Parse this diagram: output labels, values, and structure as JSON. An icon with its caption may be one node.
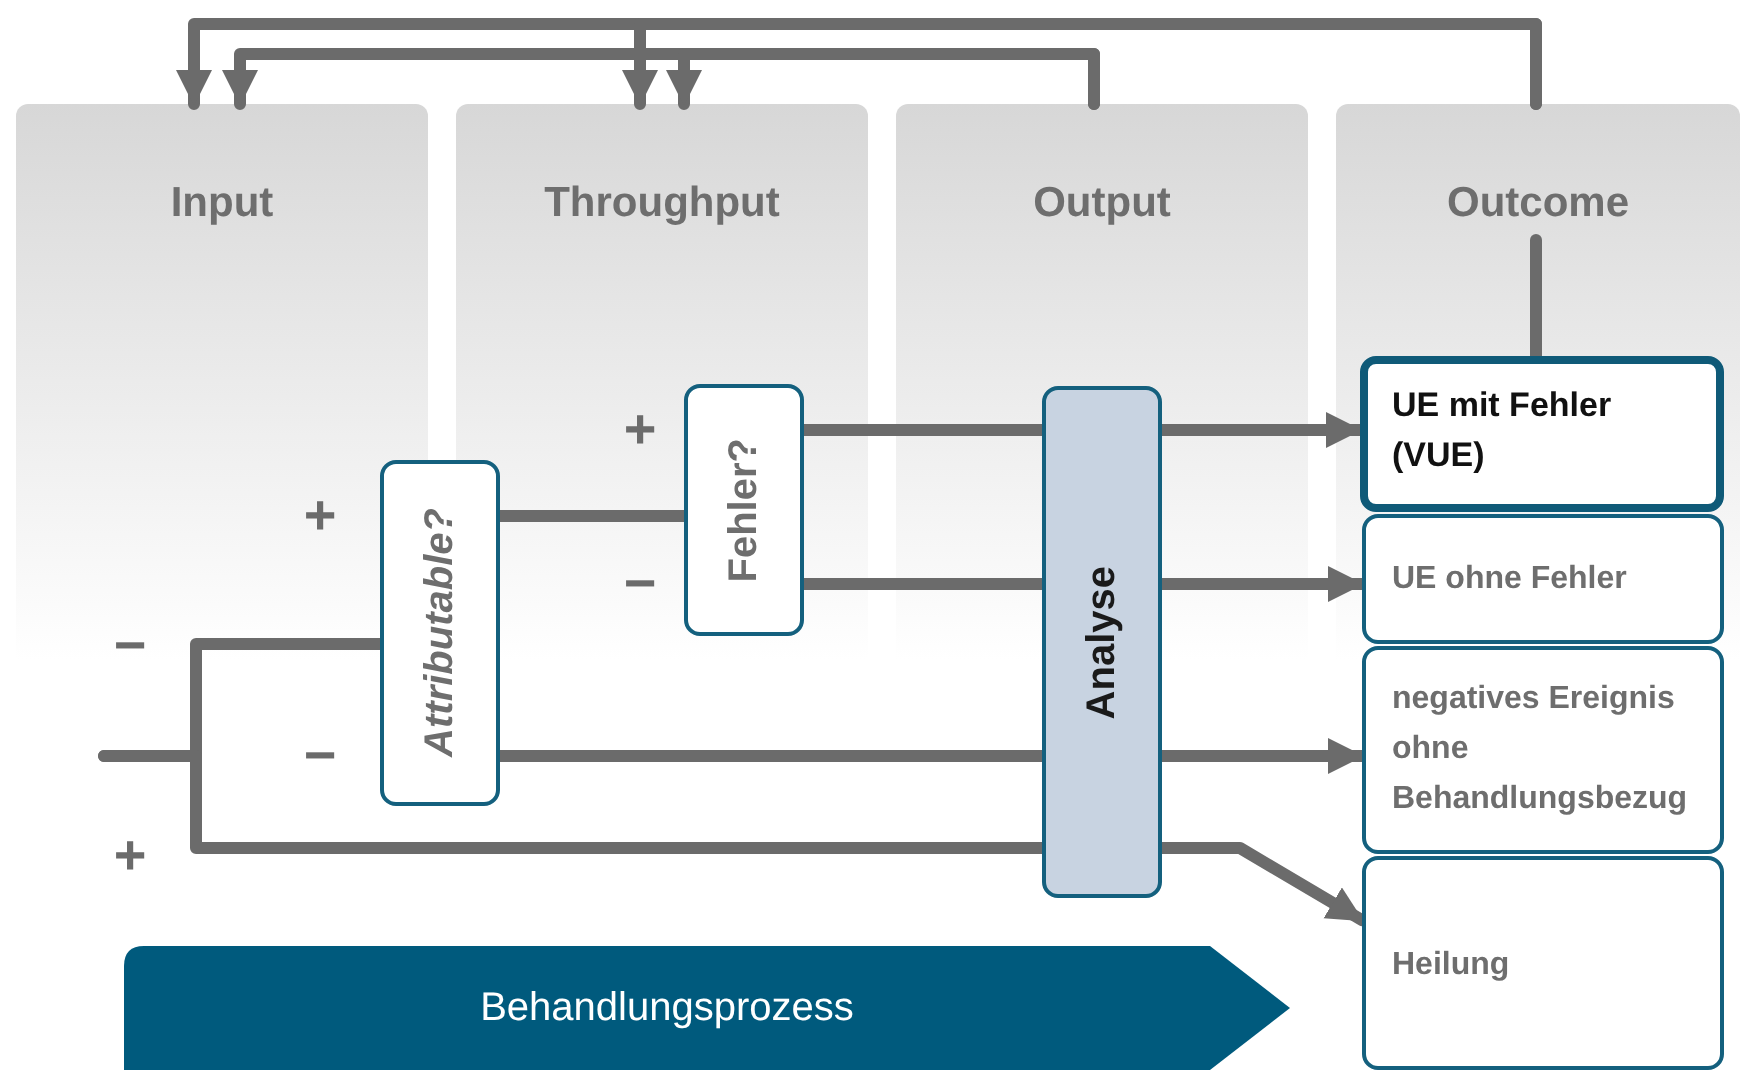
{
  "diagram": {
    "nodes": [
      {
        "text": [
          "Input"
        ]
      },
      {
        "text": [
          "Throughput"
        ]
      },
      {
        "text": [
          "Output"
        ]
      },
      {
        "text": [
          "Outcome"
        ]
      },
      {
        "text": [
          "Attributable?"
        ]
      },
      {
        "text": [
          "Fehler?"
        ]
      },
      {
        "text": [
          "Analyse"
        ]
      },
      {
        "text": [
          "UE mit Fehler (VUE)"
        ]
      },
      {
        "text": [
          "UE ohne Fehler"
        ]
      },
      {
        "text": [
          "negatives Ereignis ohne Behandlungsbezug"
        ]
      },
      {
        "text": [
          "Heilung"
        ]
      },
      {
        "text": [
          "Behandlungsprozess"
        ]
      }
    ],
    "edges": [
      {
        "from": 3,
        "to": 0,
        "arrow": "to"
      },
      {
        "from": 3,
        "to": 1,
        "arrow": "to"
      },
      {
        "from": 2,
        "to": 0,
        "arrow": "to"
      },
      {
        "from": 2,
        "to": 1,
        "arrow": "to"
      },
      {
        "from": 3,
        "to": 7,
        "arrow": "none"
      },
      {
        "from": 4,
        "to": 5,
        "arrow": "none",
        "label": "+"
      },
      {
        "from": 5,
        "to": 6,
        "arrow": "none",
        "label": "+"
      },
      {
        "from": 6,
        "to": 7,
        "arrow": "to"
      },
      {
        "from": 5,
        "to": 6,
        "arrow": "none",
        "label": "−"
      },
      {
        "from": 6,
        "to": 8,
        "arrow": "to"
      },
      {
        "from": 4,
        "to": 6,
        "arrow": "none",
        "label": "−"
      },
      {
        "from": 6,
        "to": 9,
        "arrow": "to"
      },
      {
        "from": null,
        "to": 4,
        "arrow": "none",
        "label": "−"
      },
      {
        "from": null,
        "to": 6,
        "arrow": "none",
        "label": "+"
      },
      {
        "from": 6,
        "to": 10,
        "arrow": "to"
      }
    ]
  }
}
